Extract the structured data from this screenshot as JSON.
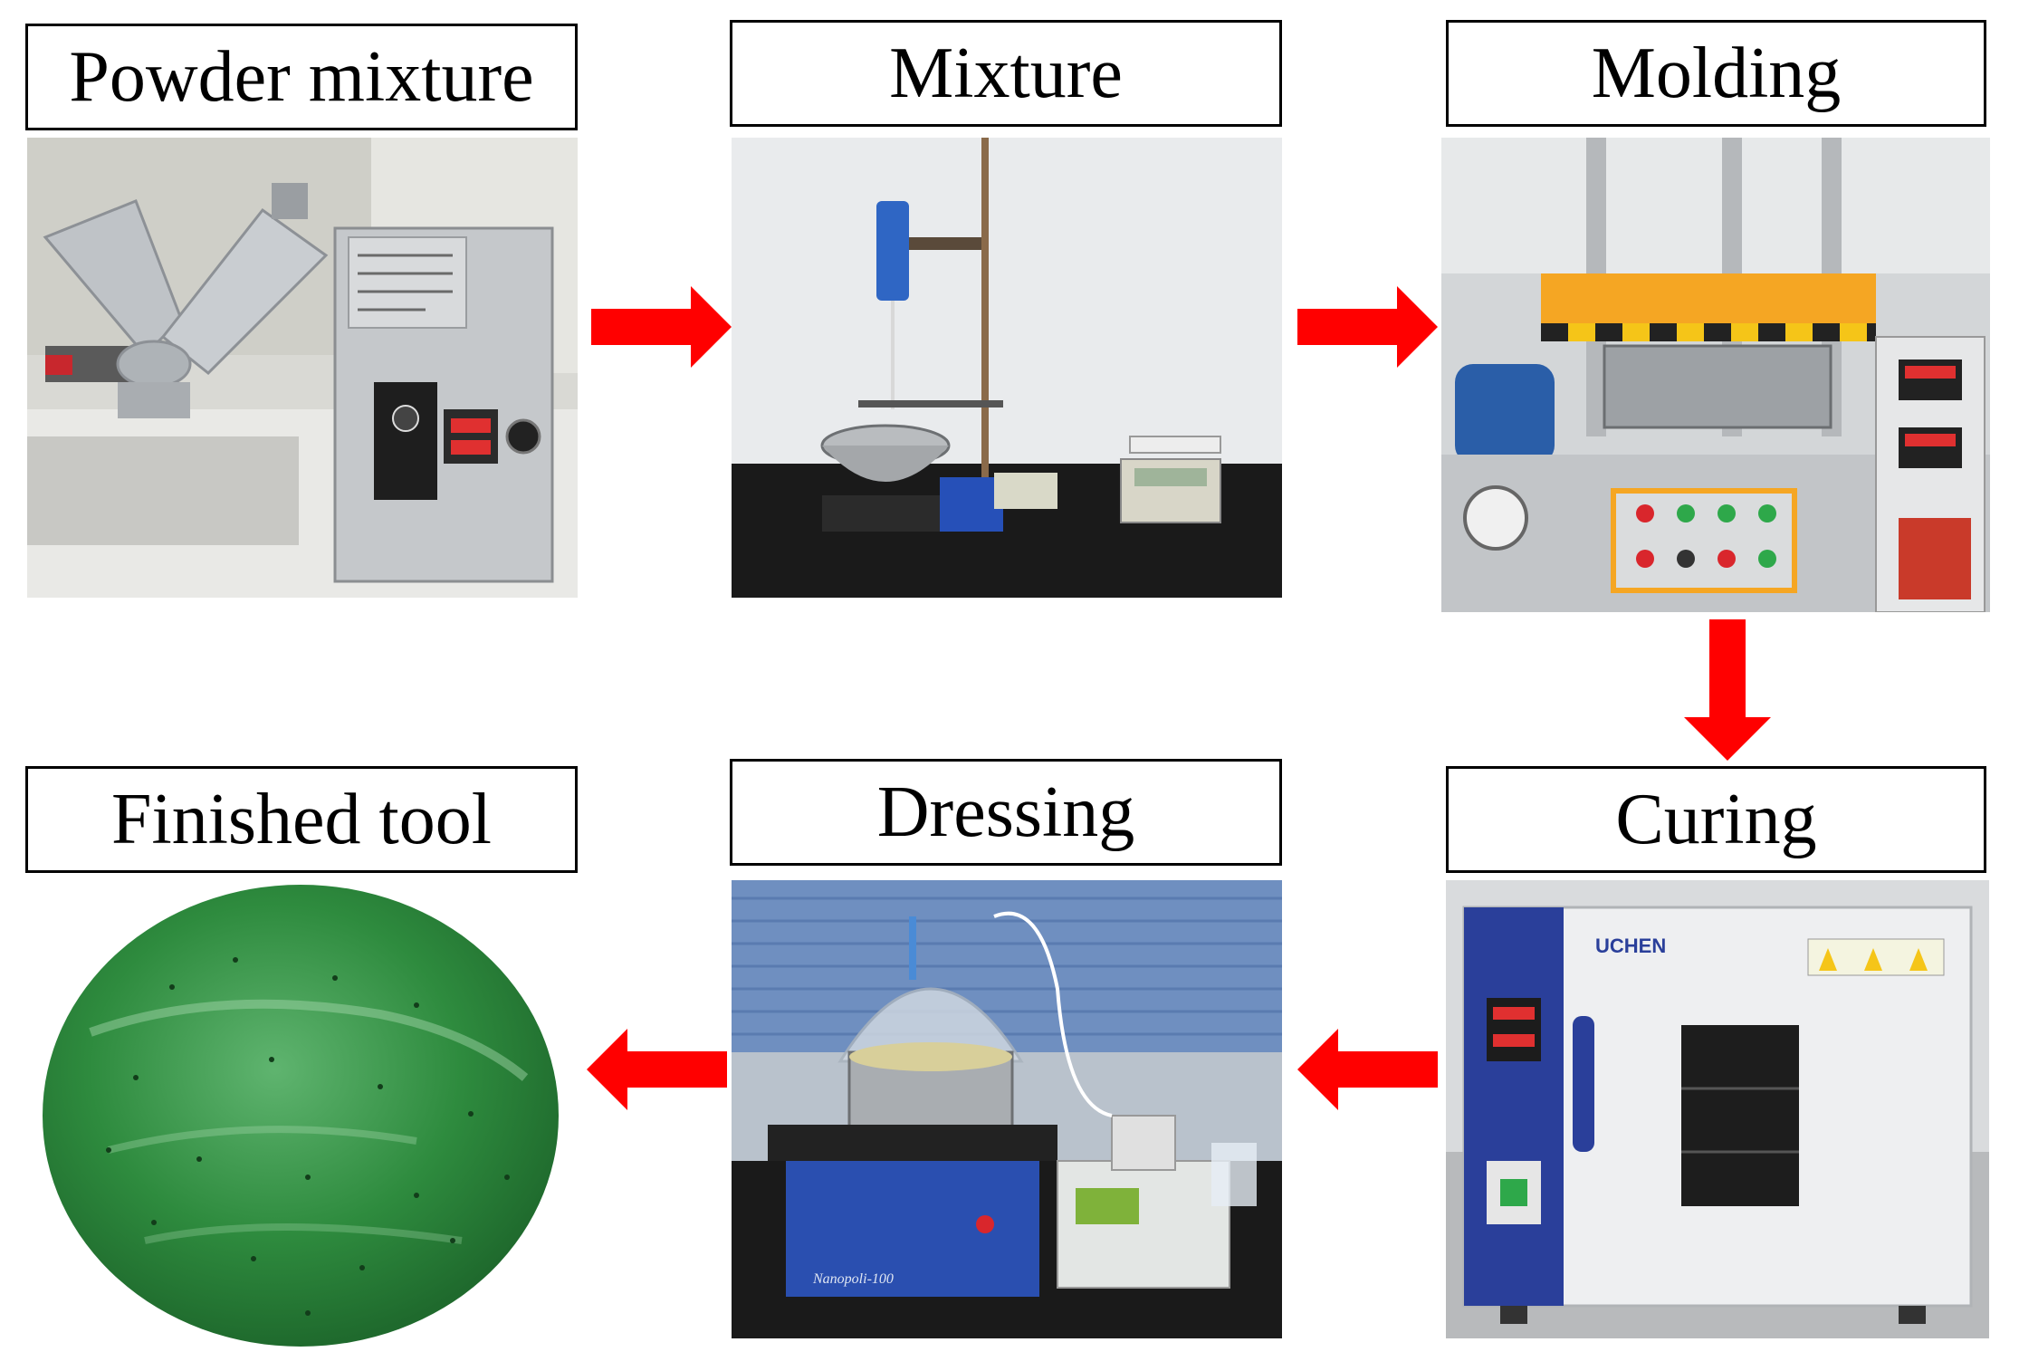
{
  "steps": [
    {
      "id": "powder-mixture",
      "label": "Powder mixture"
    },
    {
      "id": "mixture",
      "label": "Mixture"
    },
    {
      "id": "molding",
      "label": "Molding"
    },
    {
      "id": "curing",
      "label": "Curing"
    },
    {
      "id": "dressing",
      "label": "Dressing"
    },
    {
      "id": "finished-tool",
      "label": "Finished tool"
    }
  ],
  "colors": {
    "arrow": "#ff0000",
    "box_border": "#000000",
    "tool_green": "#2e8b3e"
  },
  "photo_text": {
    "oven_brand": "UCHEN",
    "polisher_brand": "Nanopoli-100"
  }
}
